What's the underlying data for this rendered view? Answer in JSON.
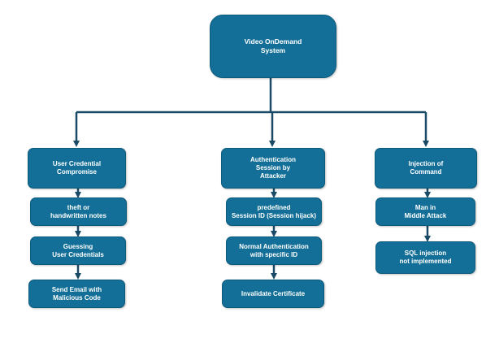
{
  "diagram": {
    "root": {
      "line1": "Video OnDemand",
      "line2": "System"
    },
    "branches": [
      {
        "header": {
          "line1": "User Credential",
          "line2": "Compromise",
          "line3": ""
        },
        "children": [
          {
            "line1": "theft or",
            "line2": "handwritten notes"
          },
          {
            "line1": "Guessing",
            "line2": "User Credentials"
          },
          {
            "line1": "Send Email with",
            "line2": "Malicious Code"
          }
        ]
      },
      {
        "header": {
          "line1": "Authentication",
          "line2": "Session by",
          "line3": "Attacker"
        },
        "children": [
          {
            "line1": "predefined",
            "line2": "Session ID (Session hijack)"
          },
          {
            "line1": "Normal  Authentication",
            "line2": "with specific ID"
          },
          {
            "line1": "Invalidate Certificate",
            "line2": ""
          }
        ]
      },
      {
        "header": {
          "line1": "Injection of",
          "line2": "Command",
          "line3": ""
        },
        "children": [
          {
            "line1": "Man in",
            "line2": "Middle Attack"
          },
          {
            "line1": "SQL injection",
            "line2": "not implemented"
          }
        ]
      }
    ],
    "colors": {
      "node_fill": "#136f97",
      "node_border": "#0c5a7c",
      "connector": "#1a4a66",
      "text": "#ffffff"
    }
  }
}
